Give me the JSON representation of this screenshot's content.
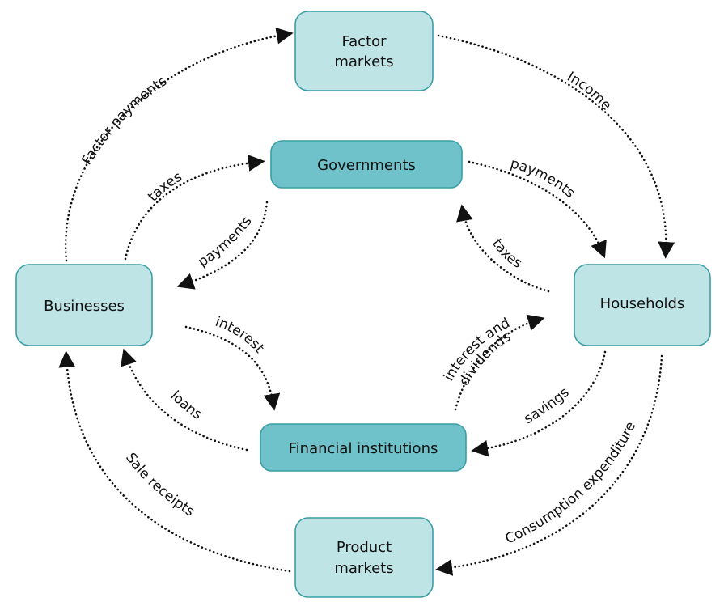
{
  "nodes": {
    "factor_markets": [
      "Factor",
      "markets"
    ],
    "governments": [
      "Governments"
    ],
    "businesses": [
      "Businesses"
    ],
    "households": [
      "Households"
    ],
    "financial_institutions": [
      "Financial institutions"
    ],
    "product_markets": [
      "Product",
      "markets"
    ]
  },
  "flows": {
    "factor_payments": "Factor payments",
    "income": "Income",
    "taxes_business": "taxes",
    "payments_households": "payments",
    "payments_business": "payments",
    "taxes_households": "taxes",
    "interest": "interest",
    "interest_dividends": [
      "interest and",
      "dividends"
    ],
    "loans": "loans",
    "savings": "savings",
    "sale_receipts": "Sale receipts",
    "consumption_expenditure": "Consumption expenditure"
  }
}
